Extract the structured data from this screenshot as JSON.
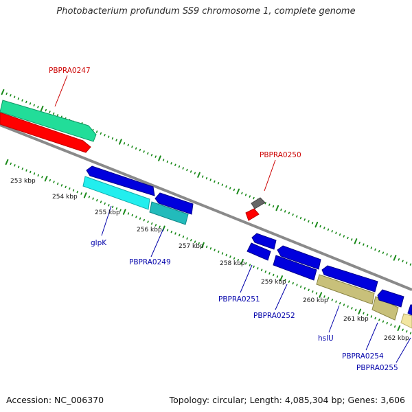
{
  "title": "Photobacterium profundum SS9 chromosome 1, complete genome",
  "footer": {
    "accession": "Accession: NC_006370",
    "topology": "Topology: circular; Length: 4,085,304 bp; Genes: 3,606"
  },
  "colors": {
    "forward_label": "#cc0000",
    "reverse_label": "#0000aa",
    "backbone": "#8a8a8a",
    "tick": "#1a8a1a",
    "cds_blue": "#0000dd",
    "cds_red": "#ff0000",
    "cds_teal": "#22dd99",
    "cds_cyan": "#22eeee",
    "cds_tan": "#c8c07a",
    "cds_lightyellow": "#f2e6a0",
    "cds_grey": "#666666"
  },
  "scale_labels": [
    "253 kbp",
    "254 kbp",
    "255 kbp",
    "256 kbp",
    "257 kbp",
    "258 kbp",
    "259 kbp",
    "260 kbp",
    "261 kbp",
    "262 kbp"
  ],
  "forward_gene_labels": [
    "PBPRA0247",
    "PBPRA0250"
  ],
  "reverse_gene_labels": [
    "glpK",
    "PBPRA0249",
    "PBPRA0251",
    "PBPRA0252",
    "hslU",
    "PBPRA0254",
    "PBPRA0255"
  ]
}
